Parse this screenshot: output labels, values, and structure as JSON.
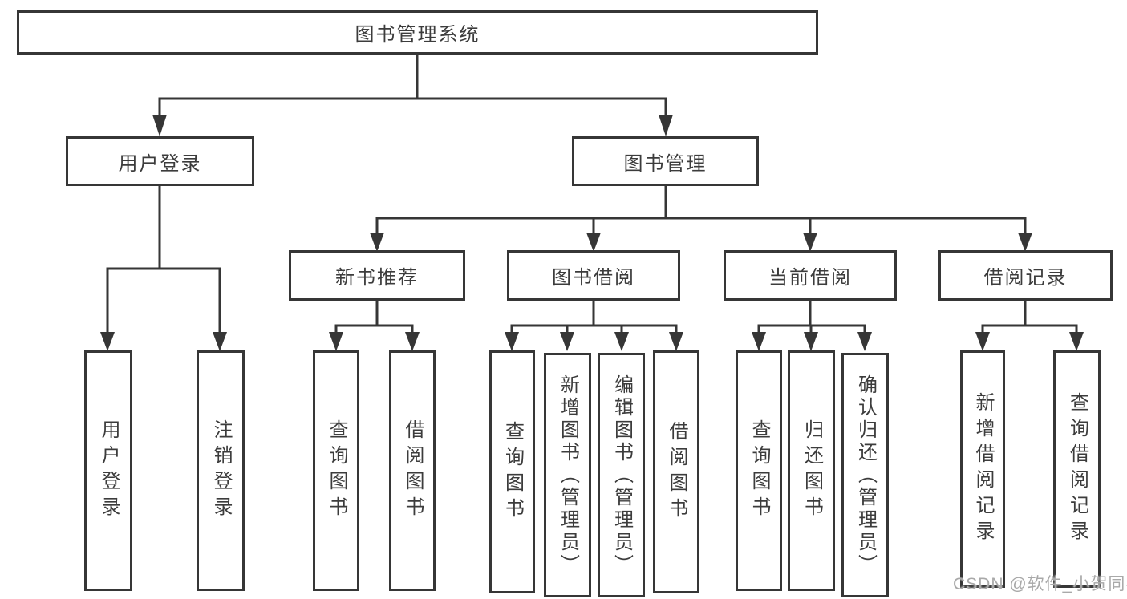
{
  "diagram": {
    "root": "图书管理系统",
    "level2": {
      "user_login": "用户登录",
      "book_management": "图书管理"
    },
    "level3": {
      "new_book_recommend": "新书推荐",
      "book_borrowing": "图书借阅",
      "current_borrowing": "当前借阅",
      "borrowing_records": "借阅记录"
    },
    "leaves": {
      "user_login": "用户登录",
      "logout": "注销登录",
      "recommend_query_books": "查询图书",
      "recommend_borrow_books": "借阅图书",
      "borrowing_query_books": "查询图书",
      "borrowing_add_books_admin": "新增图书（管理员）",
      "borrowing_edit_books_admin": "编辑图书（管理员）",
      "borrowing_borrow_books": "借阅图书",
      "current_query_books": "查询图书",
      "current_return_books": "归还图书",
      "current_confirm_return_admin": "确认归还（管理员）",
      "records_add_record": "新增借阅记录",
      "records_query_record": "查询借阅记录"
    }
  },
  "watermark": "CSDN @软件_小贺同学",
  "colors": {
    "line": "#363636",
    "box_border": "#363636",
    "text": "#3c3c3c",
    "watermark": "#a9a9a9",
    "background": "#ffffff"
  }
}
